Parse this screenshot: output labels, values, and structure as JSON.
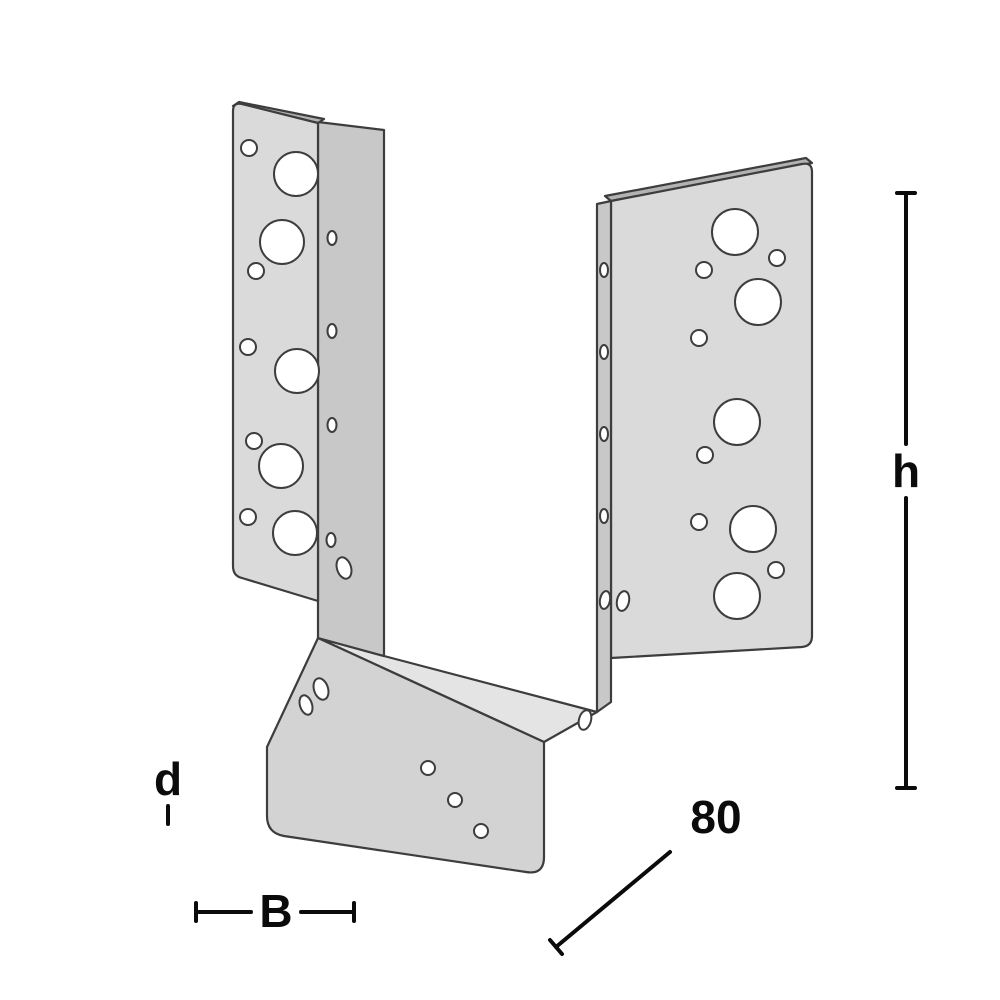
{
  "diagram": {
    "kind": "isometric technical line drawing of a perforated U-shaped joist hanger bracket",
    "dimensions": {
      "height_label": "h",
      "width_label": "B",
      "depth_label": "80",
      "thickness_label": "d"
    },
    "colors": {
      "background": "#ffffff",
      "outline": "#3d3d3d",
      "annotation": "#0b0b0b",
      "flange_face": "#dadada",
      "web_face": "#c8c8c8",
      "seat_top": "#e4e4e4",
      "seat_face": "#d3d3d3",
      "top_edge": "#b2b2b2",
      "hole": "#ffffff"
    }
  }
}
